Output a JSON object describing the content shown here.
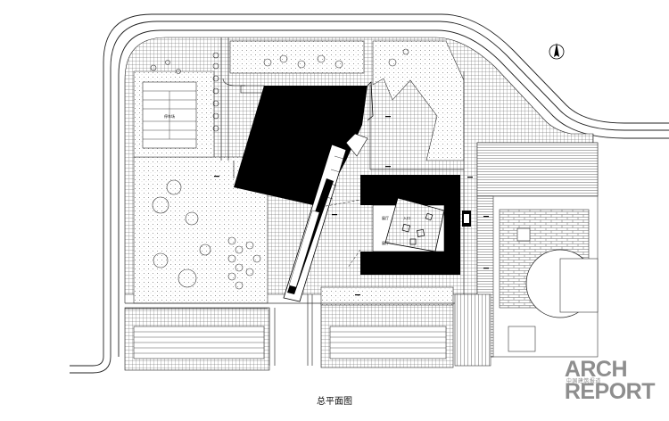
{
  "drawing": {
    "title": "总平面图",
    "parking_label": "停车场",
    "room_labels": [
      "展厅",
      "展厅",
      "入口"
    ]
  },
  "watermark": {
    "line1": "ARCH",
    "sub": "中国建筑报道",
    "line2": "REPORT"
  },
  "icons": [
    "north-arrow-icon"
  ],
  "colors": {
    "ink": "#000000",
    "hatch": "#9a9a9a",
    "watermark": "#8e8e8e"
  }
}
